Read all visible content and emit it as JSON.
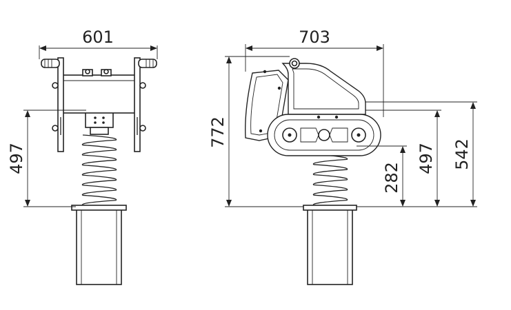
{
  "dimensions": {
    "front_width": "601",
    "front_spring_height": "497",
    "side_width": "703",
    "side_total_height": "772",
    "side_spring_height": "282",
    "side_seat_height": "497",
    "side_top_height": "542"
  },
  "colors": {
    "line": "#222222",
    "background": "#ffffff"
  }
}
